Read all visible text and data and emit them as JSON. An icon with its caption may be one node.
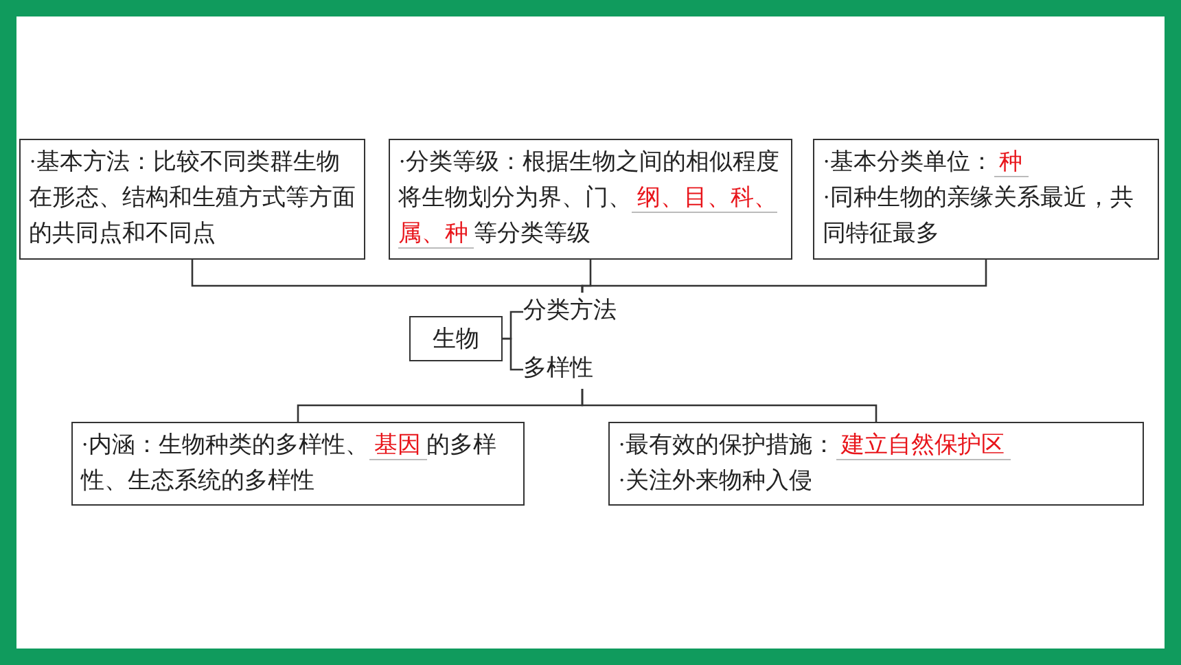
{
  "diagram": {
    "nodes": [
      {
        "text": [
          "生物"
        ]
      },
      {
        "text": [
          "分类方法"
        ]
      },
      {
        "text": [
          "多样性"
        ]
      },
      {
        "text": [
          "·基本方法：比较不同类群生物在形态、结构和生殖方式等方面的共同点和不同点"
        ]
      },
      {
        "text": [
          "·分类等级：根据生物之间的相似程度将生物划分为界、门、",
          "纲、目、科、属、种",
          "等分类等级"
        ]
      },
      {
        "text": [
          "·基本分类单位：",
          "种",
          "·同种生物的亲缘关系最近，共同特征最多"
        ]
      },
      {
        "text": [
          "·内涵：生物种类的多样性、",
          "基因",
          "的多样性、生态系统的多样性"
        ]
      },
      {
        "text": [
          "·最有效的保护措施：",
          "建立自然保护区",
          "·关注外来物种入侵"
        ]
      }
    ],
    "edges": [
      {
        "from": 0,
        "to": 1,
        "arrow": "none"
      },
      {
        "from": 0,
        "to": 2,
        "arrow": "none"
      },
      {
        "from": 1,
        "to": 3,
        "arrow": "none"
      },
      {
        "from": 1,
        "to": 4,
        "arrow": "none"
      },
      {
        "from": 1,
        "to": 5,
        "arrow": "none"
      },
      {
        "from": 2,
        "to": 6,
        "arrow": "none"
      },
      {
        "from": 2,
        "to": 7,
        "arrow": "none"
      }
    ]
  }
}
